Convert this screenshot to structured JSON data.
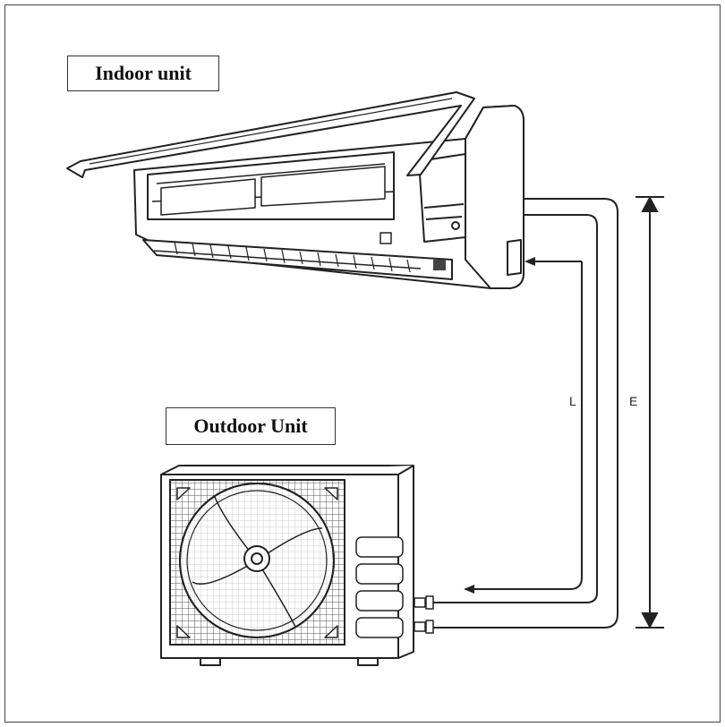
{
  "labels": {
    "indoor": "Indoor unit",
    "outdoor": "Outdoor Unit",
    "dim_l": "L",
    "dim_e": "E"
  },
  "colors": {
    "line": "#222222",
    "frame": "#444444",
    "grille": "#555555"
  }
}
